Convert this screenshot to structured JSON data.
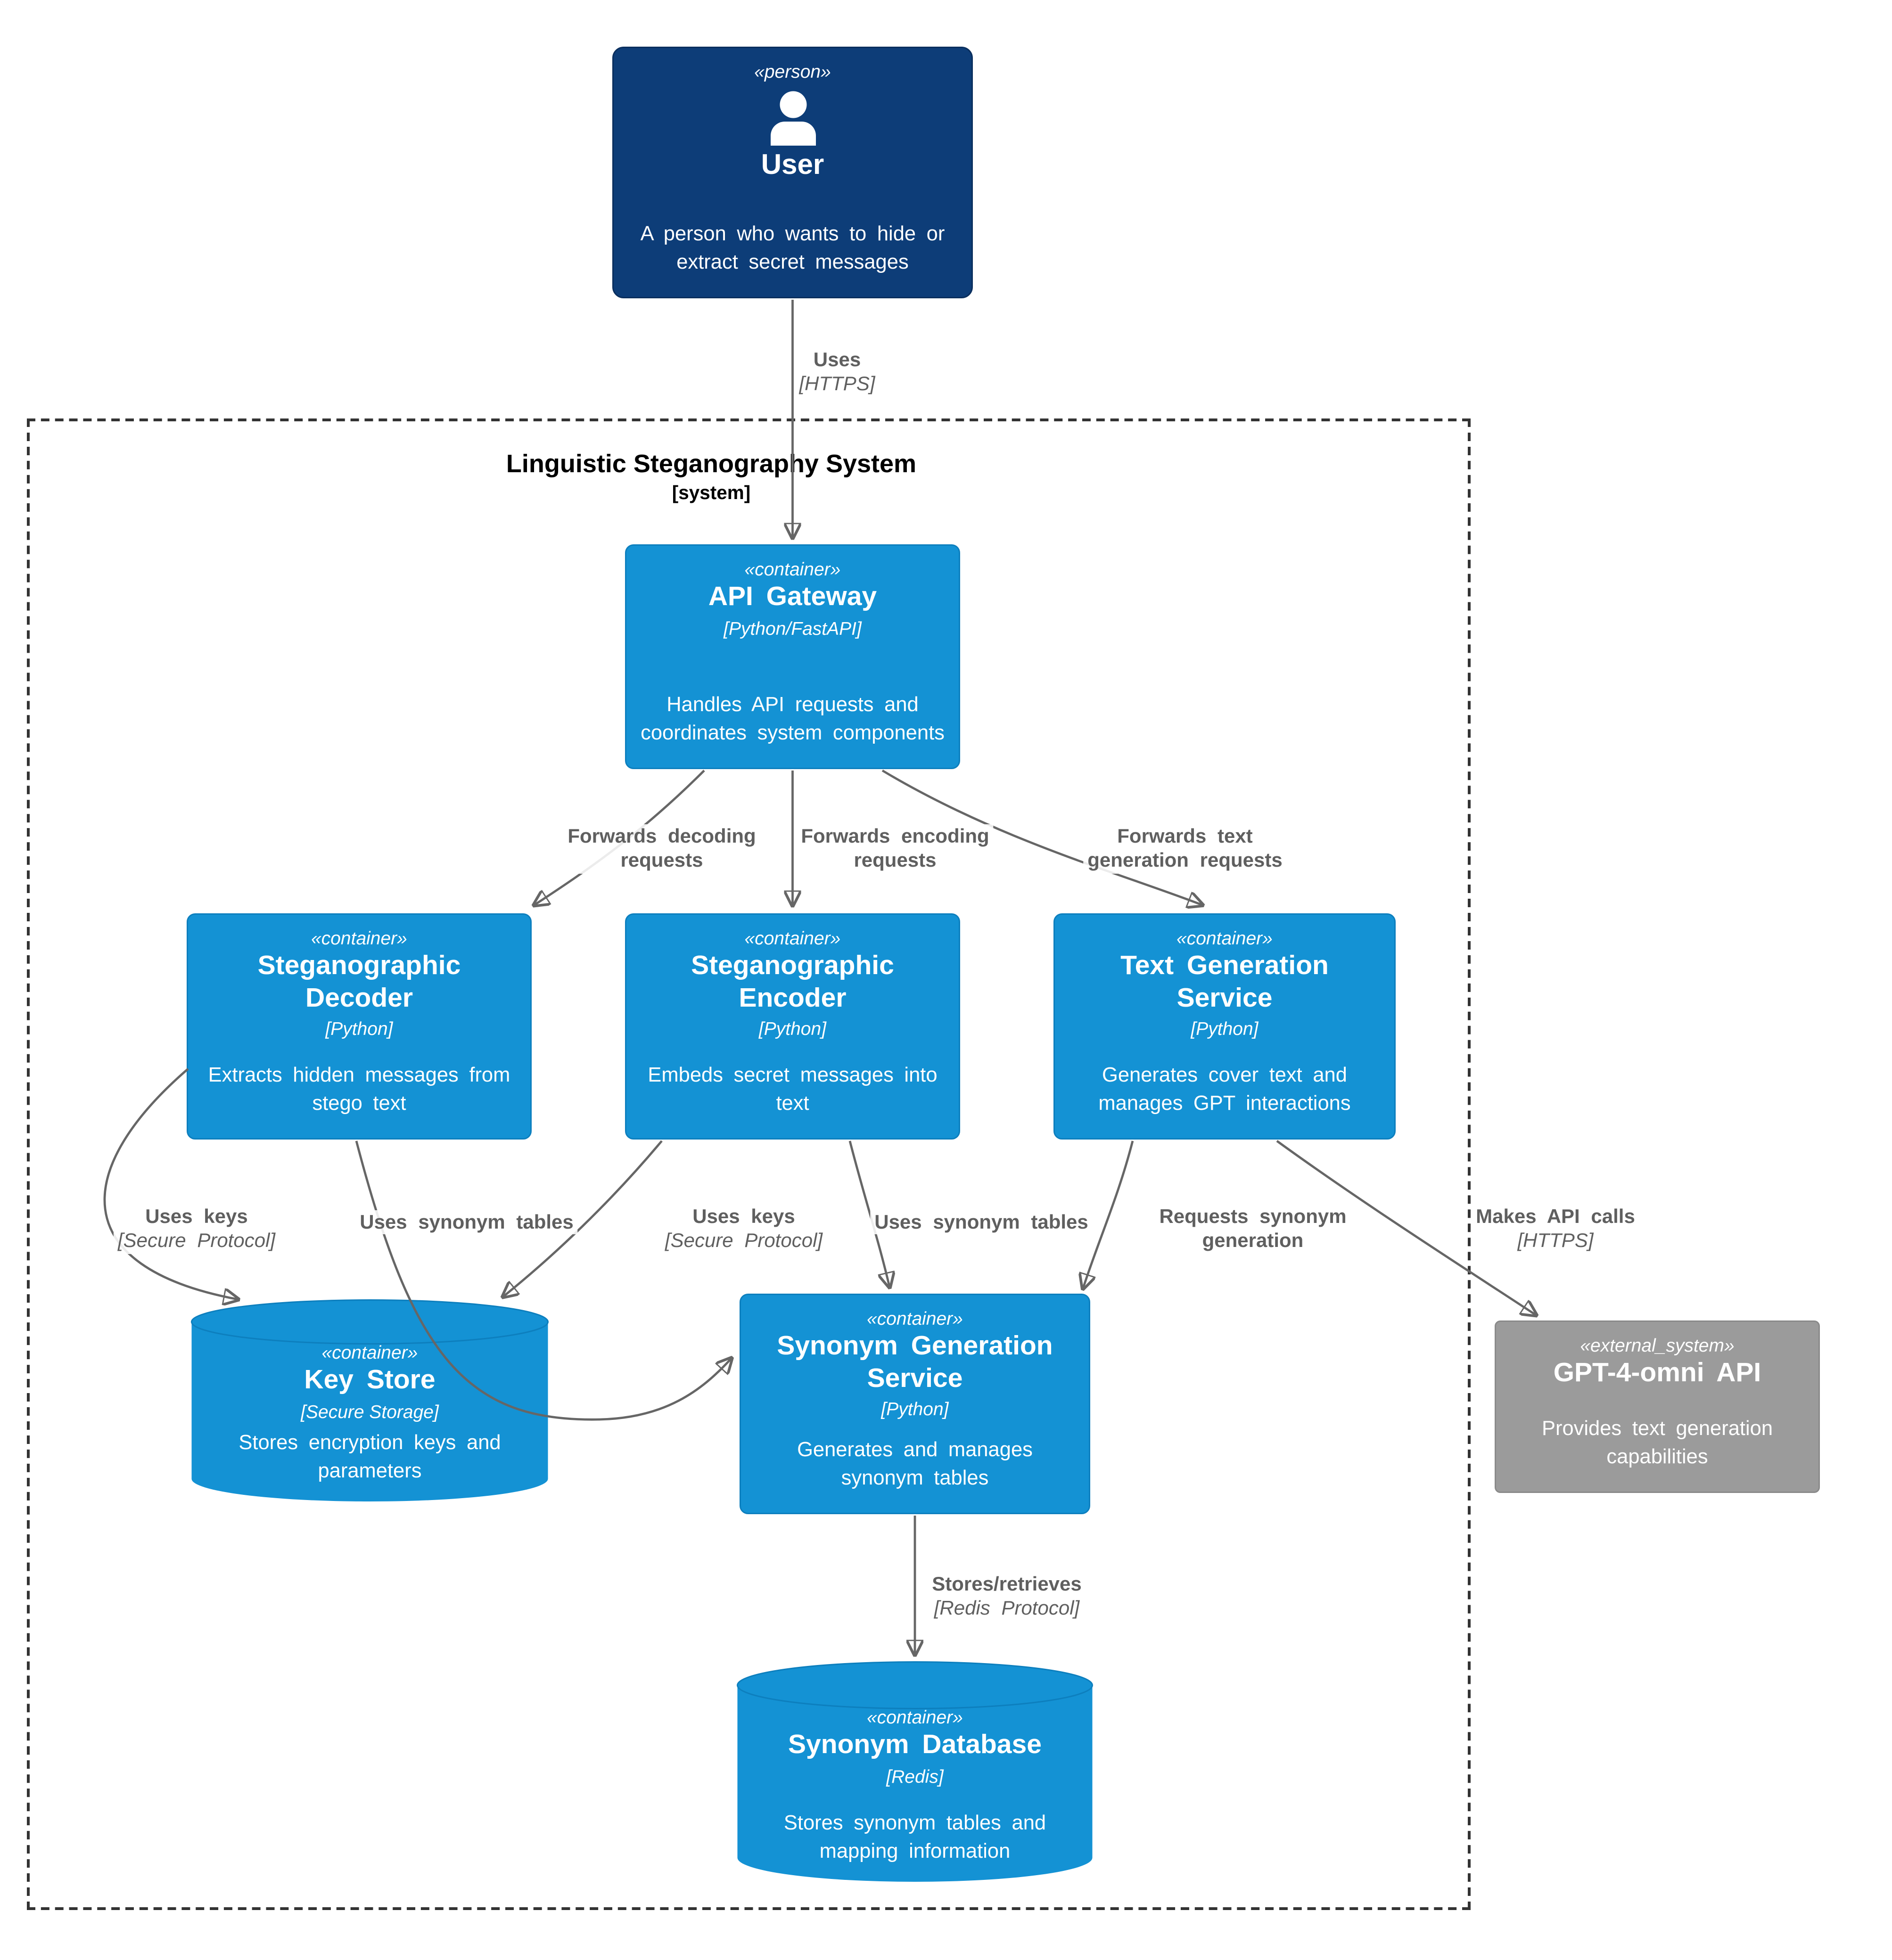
{
  "colors": {
    "container_fill": "#1492d4",
    "container_border": "#0d7fbe",
    "person_fill": "#0d3d78",
    "person_border": "#0a2f5e",
    "external_fill": "#9b9b9b",
    "external_border": "#8a8a8a",
    "edge": "#666666",
    "edge_label": "#5f5f5f",
    "boundary": "#333333"
  },
  "boundary": {
    "title": "Linguistic Steganography System",
    "subtitle": "[system]"
  },
  "nodes": {
    "user": {
      "stereotype": "«person»",
      "name": "User",
      "description": "A person who wants to hide or extract secret messages"
    },
    "api_gateway": {
      "stereotype": "«container»",
      "name": "API Gateway",
      "tech": "[Python/FastAPI]",
      "description": "Handles API requests and coordinates system components"
    },
    "decoder": {
      "stereotype": "«container»",
      "name": "Steganographic Decoder",
      "tech": "[Python]",
      "description": "Extracts hidden messages from stego text"
    },
    "encoder": {
      "stereotype": "«container»",
      "name": "Steganographic Encoder",
      "tech": "[Python]",
      "description": "Embeds secret messages into text"
    },
    "text_generation": {
      "stereotype": "«container»",
      "name": "Text Generation Service",
      "tech": "[Python]",
      "description": "Generates cover text and manages GPT interactions"
    },
    "key_store": {
      "stereotype": "«container»",
      "name": "Key Store",
      "tech": "[Secure Storage]",
      "description": "Stores encryption keys and parameters"
    },
    "synonym_generation": {
      "stereotype": "«container»",
      "name": "Synonym Generation Service",
      "tech": "[Python]",
      "description": "Generates and manages synonym tables"
    },
    "gpt_api": {
      "stereotype": "«external_system»",
      "name": "GPT-4-omni API",
      "description": "Provides text generation capabilities"
    },
    "synonym_database": {
      "stereotype": "«container»",
      "name": "Synonym Database",
      "tech": "[Redis]",
      "description": "Stores synonym tables and mapping information"
    }
  },
  "edges": {
    "user_gateway": {
      "line1": "Uses",
      "line2": "[HTTPS]"
    },
    "fwd_decoding": {
      "line1": "Forwards decoding",
      "line2": "requests"
    },
    "fwd_encoding": {
      "line1": "Forwards encoding",
      "line2": "requests"
    },
    "fwd_textgen": {
      "line1": "Forwards text",
      "line2": "generation requests"
    },
    "decoder_keys": {
      "line1": "Uses keys",
      "line2": "[Secure Protocol]"
    },
    "decoder_syn": {
      "line1": "Uses synonym tables"
    },
    "encoder_keys": {
      "line1": "Uses keys",
      "line2": "[Secure Protocol]"
    },
    "encoder_syn": {
      "line1": "Uses synonym tables"
    },
    "req_syn_gen": {
      "line1": "Requests synonym",
      "line2": "generation"
    },
    "api_calls": {
      "line1": "Makes API calls",
      "line2": "[HTTPS]"
    },
    "stores_retrieves": {
      "line1": "Stores/retrieves",
      "line2": "[Redis Protocol]"
    }
  }
}
